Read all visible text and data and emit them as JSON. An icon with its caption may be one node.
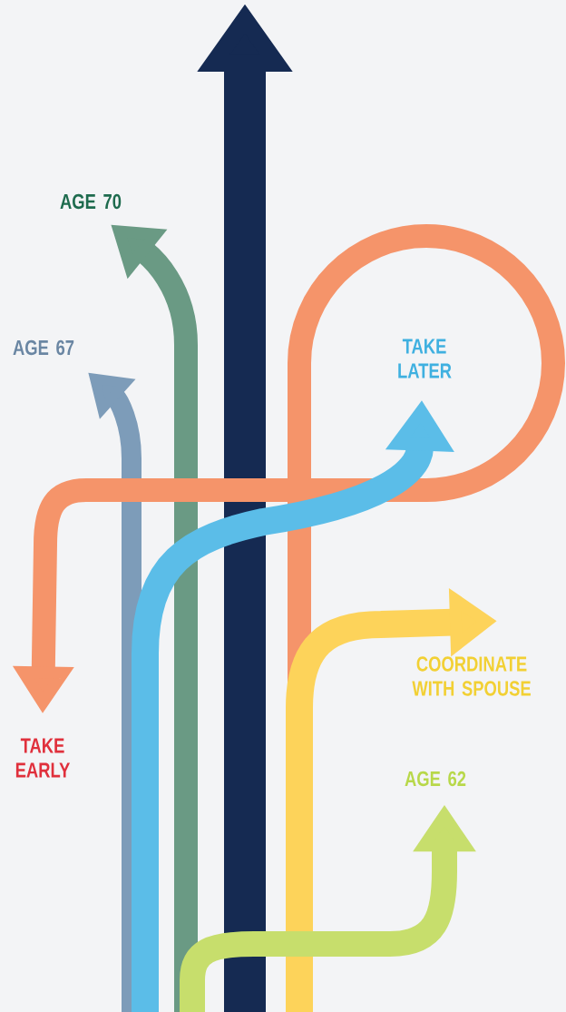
{
  "diagram": {
    "nodes": [
      {
        "text": [
          "AGE 70"
        ]
      },
      {
        "text": [
          "AGE 67"
        ]
      },
      {
        "text": [
          "TAKE LATER"
        ]
      },
      {
        "text": [
          "TAKE EARLY"
        ]
      },
      {
        "text": [
          "COORDINATE WITH SPOUSE"
        ]
      },
      {
        "text": [
          "AGE 62"
        ]
      }
    ],
    "edges": [
      {
        "from": null,
        "to": 0,
        "arrow": "to",
        "color": "#6a9a84"
      },
      {
        "from": null,
        "to": 1,
        "arrow": "to",
        "color": "#7d9cb9"
      },
      {
        "from": null,
        "to": 3,
        "arrow": "to",
        "color": "#f5946a"
      },
      {
        "from": null,
        "to": 2,
        "arrow": "to",
        "color": "#5bbde8"
      },
      {
        "from": null,
        "to": 4,
        "arrow": "to",
        "color": "#fdd35a"
      },
      {
        "from": null,
        "to": 5,
        "arrow": "to",
        "color": "#c7de6c"
      }
    ]
  }
}
